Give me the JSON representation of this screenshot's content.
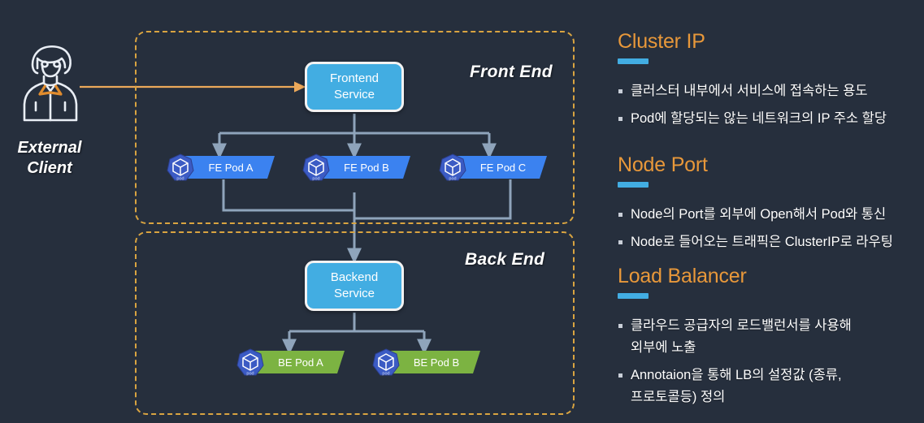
{
  "theme": {
    "background": "#262f3d",
    "accent_orange": "#e8983a",
    "accent_blue": "#42ade2",
    "pod_blue": "#3b82f0",
    "pod_green": "#7cb342",
    "dashed_border": "#d9a441",
    "arrow_orange": "#eba85a",
    "connector_gray": "#8fa4bb"
  },
  "diagram": {
    "client": {
      "icon": "person-user-icon",
      "label_line1": "External",
      "label_line2": "Client"
    },
    "zones": [
      {
        "id": "front-end",
        "label": "Front End"
      },
      {
        "id": "back-end",
        "label": "Back End"
      }
    ],
    "services": [
      {
        "id": "frontend-service",
        "line1": "Frontend",
        "line2": "Service"
      },
      {
        "id": "backend-service",
        "line1": "Backend",
        "line2": "Service"
      }
    ],
    "pods": [
      {
        "id": "fe-pod-a",
        "label": "FE Pod A",
        "tier": "fe",
        "icon": "kubernetes-pod-icon",
        "icon_caption": "pod"
      },
      {
        "id": "fe-pod-b",
        "label": "FE Pod B",
        "tier": "fe",
        "icon": "kubernetes-pod-icon",
        "icon_caption": "pod"
      },
      {
        "id": "fe-pod-c",
        "label": "FE Pod C",
        "tier": "fe",
        "icon": "kubernetes-pod-icon",
        "icon_caption": "pod"
      },
      {
        "id": "be-pod-a",
        "label": "BE Pod A",
        "tier": "be",
        "icon": "kubernetes-pod-icon",
        "icon_caption": "pod"
      },
      {
        "id": "be-pod-b",
        "label": "BE Pod B",
        "tier": "be",
        "icon": "kubernetes-pod-icon",
        "icon_caption": "pod"
      }
    ]
  },
  "content": {
    "sections": [
      {
        "id": "cluster-ip",
        "title": "Cluster IP",
        "bullets": [
          {
            "line1": "클러스터 내부에서 서비스에 접속하는 용도",
            "line2": ""
          },
          {
            "line1": "Pod에 할당되는 않는 네트워크의 IP 주소 할당",
            "line2": ""
          }
        ]
      },
      {
        "id": "node-port",
        "title": "Node Port",
        "bullets": [
          {
            "line1": "Node의 Port를 외부에 Open해서 Pod와 통신",
            "line2": ""
          },
          {
            "line1": "Node로 들어오는 트래픽은 ClusterIP로 라우팅",
            "line2": ""
          }
        ]
      },
      {
        "id": "load-balancer",
        "title": "Load Balancer",
        "bullets": [
          {
            "line1": "클라우드 공급자의 로드밸런서를 사용해",
            "line2": "외부에 노출"
          },
          {
            "line1": "Annotaion을 통해 LB의 설정값 (종류,",
            "line2": "프로토콜등) 정의"
          }
        ]
      }
    ]
  }
}
